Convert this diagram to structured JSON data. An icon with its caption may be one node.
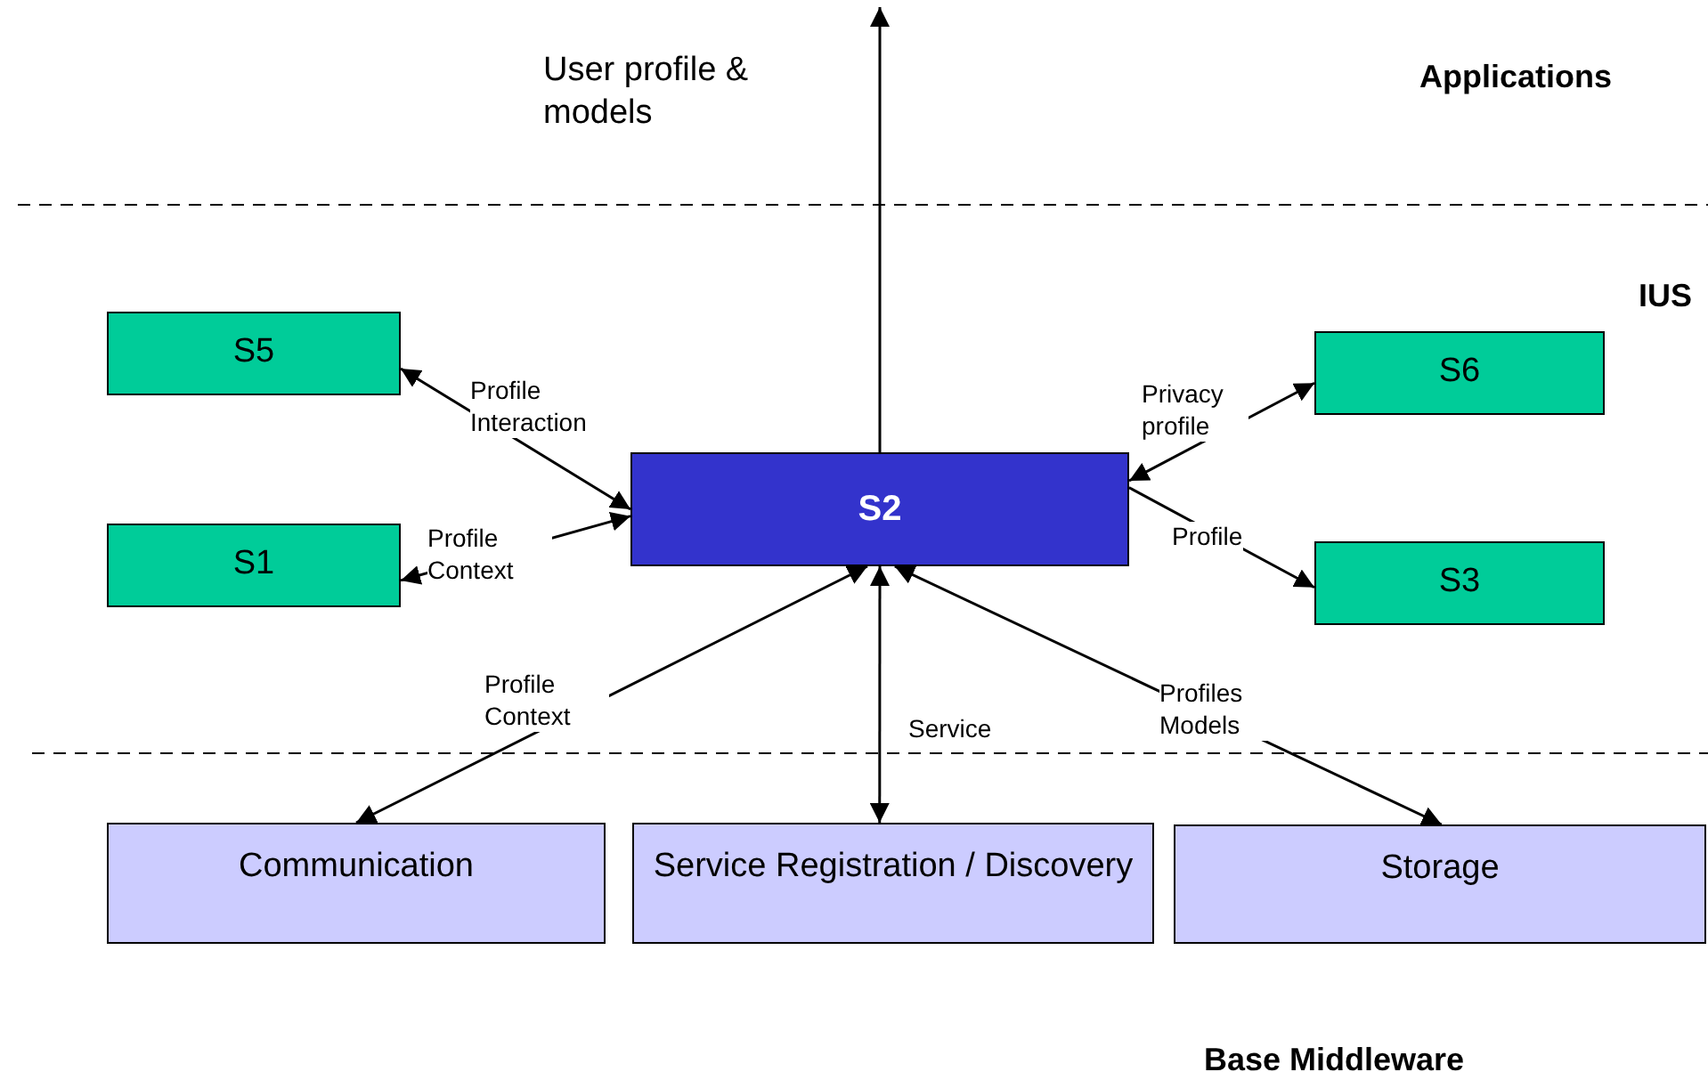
{
  "diagram": {
    "nodes": [
      {
        "text": [
          "S5"
        ]
      },
      {
        "text": [
          "S6"
        ]
      },
      {
        "text": [
          "S2"
        ]
      },
      {
        "text": [
          "S1"
        ]
      },
      {
        "text": [
          "S3"
        ]
      },
      {
        "text": [
          "Communication"
        ]
      },
      {
        "text": [
          "Service Registration / Discovery"
        ]
      },
      {
        "text": [
          "Storage"
        ]
      }
    ],
    "edges": [
      {
        "from": 0,
        "to": 2,
        "arrow": "both",
        "label": "Profile Interaction"
      },
      {
        "from": 3,
        "to": 2,
        "arrow": "both",
        "label": "Profile Context"
      },
      {
        "from": 1,
        "to": 2,
        "arrow": "both",
        "label": "Privacy profile"
      },
      {
        "from": 2,
        "to": 4,
        "arrow": "to",
        "label": "Profile"
      },
      {
        "from": 5,
        "to": 2,
        "arrow": "both",
        "label": "Profile Context"
      },
      {
        "from": 6,
        "to": 2,
        "arrow": "both",
        "label": "Service"
      },
      {
        "from": 7,
        "to": 2,
        "arrow": "both",
        "label": "Profiles Models"
      },
      {
        "from": 2,
        "to": null,
        "arrow": "to",
        "label": "User profile & models"
      }
    ],
    "labels": [
      "Applications",
      "IUS",
      "Base Middleware"
    ]
  }
}
